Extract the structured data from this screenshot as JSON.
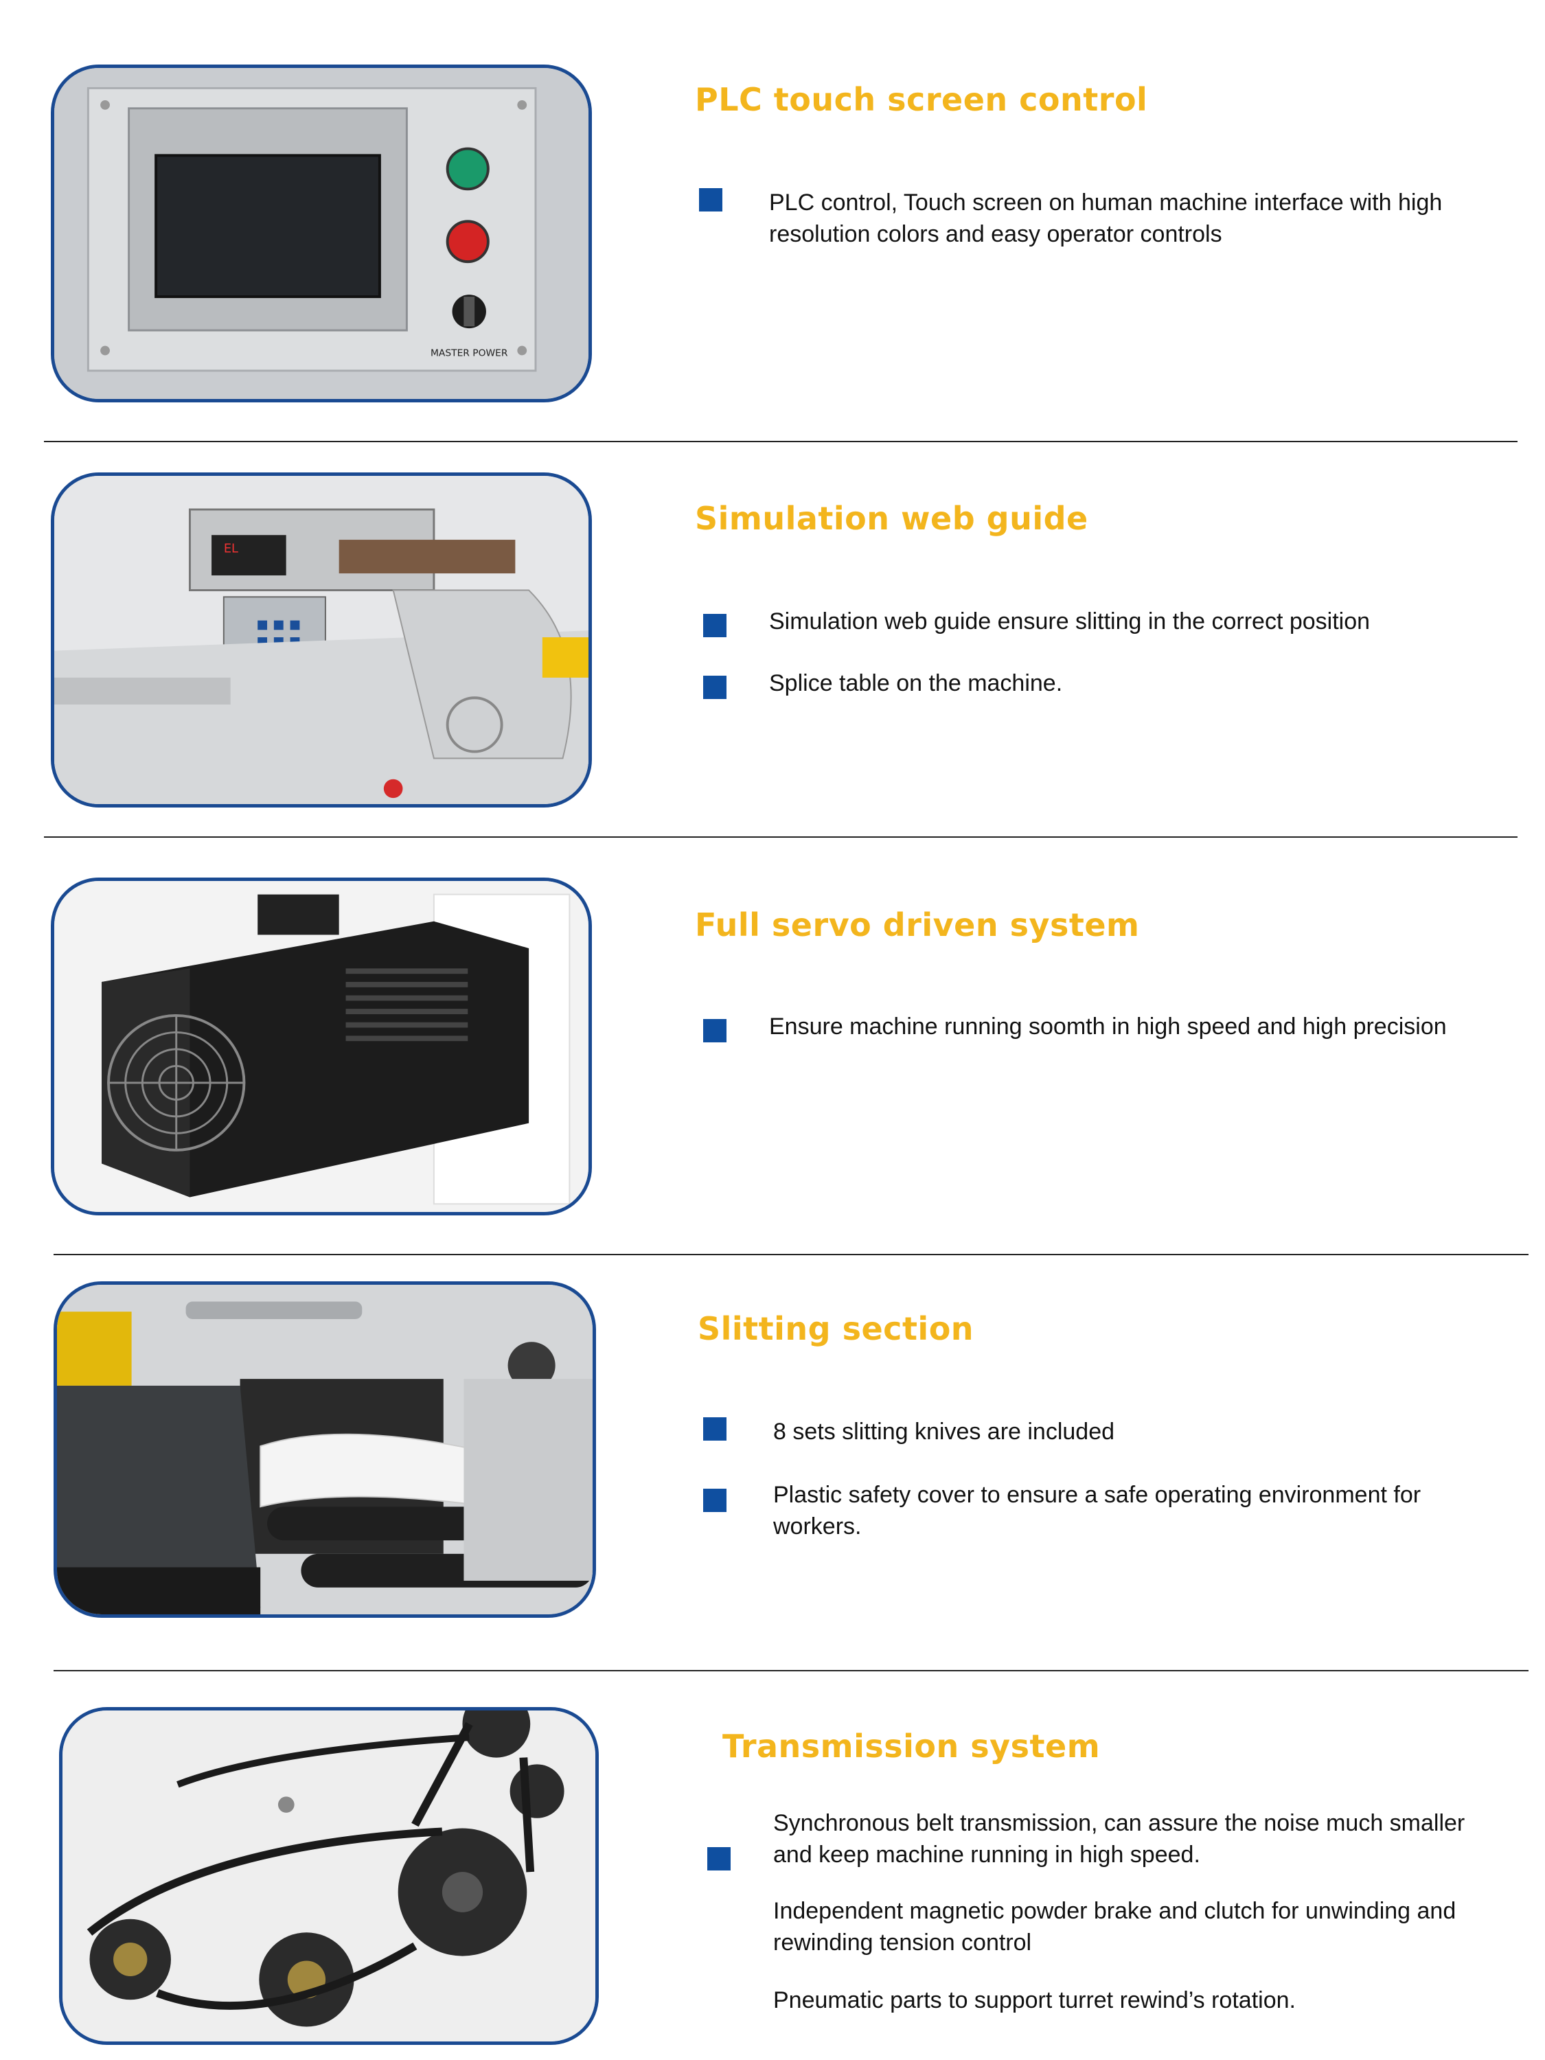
{
  "sections": [
    {
      "title": "PLC touch screen control",
      "items": [
        "PLC control, Touch screen on human machine interface with high resolution colors and easy operator controls"
      ],
      "photo_label": "MASTER POWER"
    },
    {
      "title": "Simulation web guide",
      "items": [
        "Simulation web guide ensure slitting in the correct position",
        "Splice table on the machine."
      ],
      "photo_label": "EL"
    },
    {
      "title": "Full servo driven system",
      "items": [
        "Ensure machine running soomth in high speed and high precision"
      ]
    },
    {
      "title": "Slitting section",
      "items": [
        "8 sets slitting knives are included",
        "Plastic safety cover to ensure a safe operating environment for workers."
      ]
    },
    {
      "title": "Transmission system",
      "items": [
        "Synchronous belt transmission, can assure the noise much smaller and keep machine running in high speed.",
        "Independent magnetic powder brake and clutch for unwinding and rewinding tension control",
        "Pneumatic parts to support turret rewind’s rotation."
      ]
    }
  ],
  "colors": {
    "title": "#f3b51d",
    "bullet": "#0f4fa0",
    "frame": "#1a4a92",
    "rule": "#222222"
  }
}
